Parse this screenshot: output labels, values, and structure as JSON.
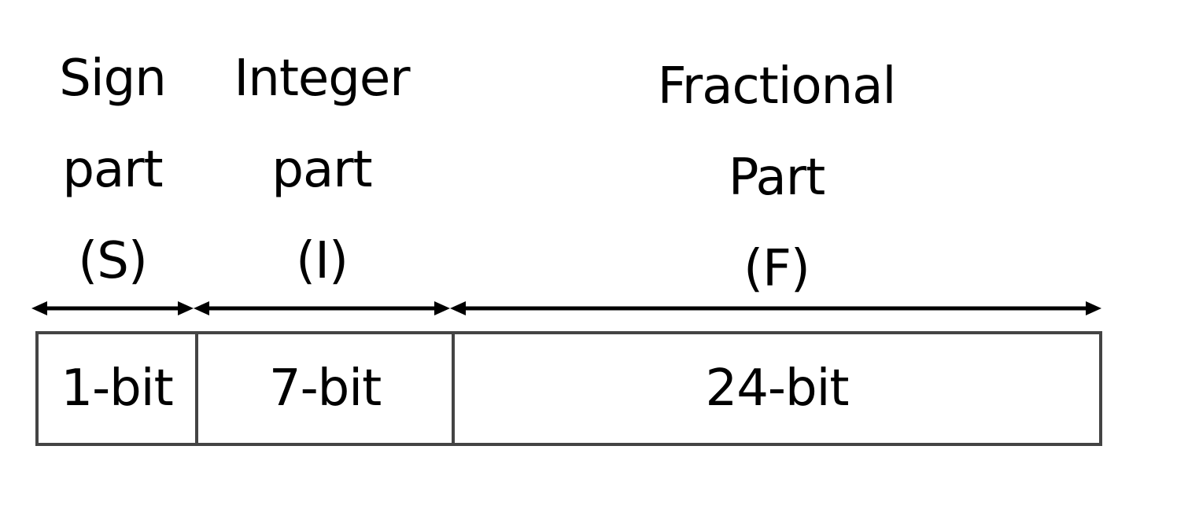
{
  "fields": {
    "sign": {
      "name_lines": [
        "Sign",
        "part",
        "(S)"
      ],
      "bits": "1-bit"
    },
    "integer": {
      "name_lines": [
        "Integer",
        "part",
        "(I)"
      ],
      "bits": "7-bit"
    },
    "fraction": {
      "name_lines": [
        "Fractional",
        "Part",
        "(F)"
      ],
      "bits": "24-bit"
    }
  },
  "colors": {
    "text": "#000000",
    "box_border": "#444444",
    "arrow": "#000000"
  }
}
